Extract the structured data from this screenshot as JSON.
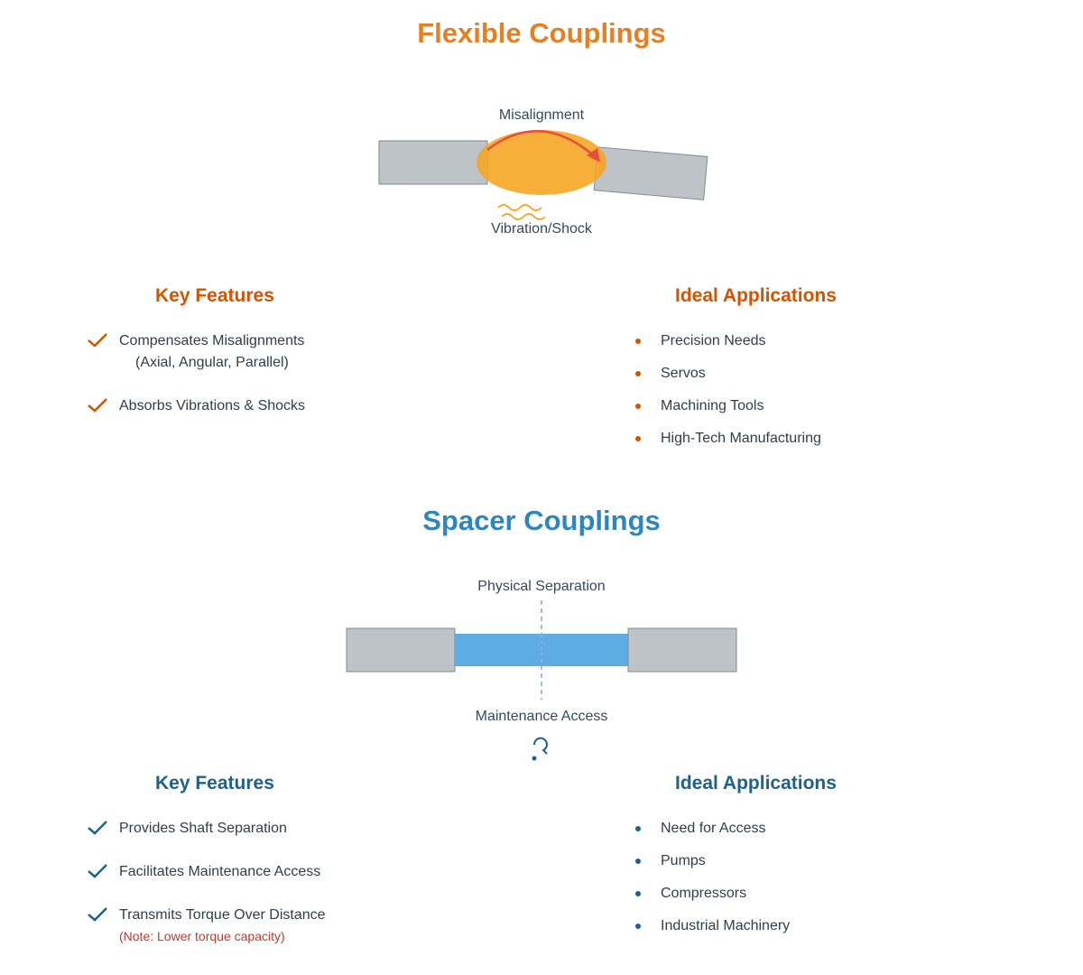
{
  "flexible": {
    "title": "Flexible Couplings",
    "diagram": {
      "misalignment_label": "Misalignment",
      "vibration_label": "Vibration/Shock"
    },
    "features_heading": "Key Features",
    "features": [
      {
        "text": "Compensates Misalignments",
        "sub": "(Axial, Angular, Parallel)"
      },
      {
        "text": "Absorbs Vibrations & Shocks",
        "sub": ""
      }
    ],
    "applications_heading": "Ideal Applications",
    "applications": [
      "Precision Needs",
      "Servos",
      "Machining Tools",
      "High-Tech Manufacturing"
    ]
  },
  "spacer": {
    "title": "Spacer Couplings",
    "diagram": {
      "separation_label": "Physical Separation",
      "maintenance_label": "Maintenance Access",
      "icon": "wrench-icon"
    },
    "features_heading": "Key Features",
    "features": [
      {
        "text": "Provides Shaft Separation",
        "note": ""
      },
      {
        "text": "Facilitates Maintenance Access",
        "note": ""
      },
      {
        "text": "Transmits Torque Over Distance",
        "note": "(Note: Lower torque capacity)"
      }
    ],
    "applications_heading": "Ideal Applications",
    "applications": [
      "Need for Access",
      "Pumps",
      "Compressors",
      "Industrial Machinery"
    ]
  },
  "colors": {
    "flex_accent": "#e67e22",
    "flex_dark": "#d35400",
    "spacer_accent": "#2e86c1",
    "spacer_dark": "#1f618d",
    "shaft_gray": "#bdc3c7",
    "note_red": "#c0392b"
  }
}
